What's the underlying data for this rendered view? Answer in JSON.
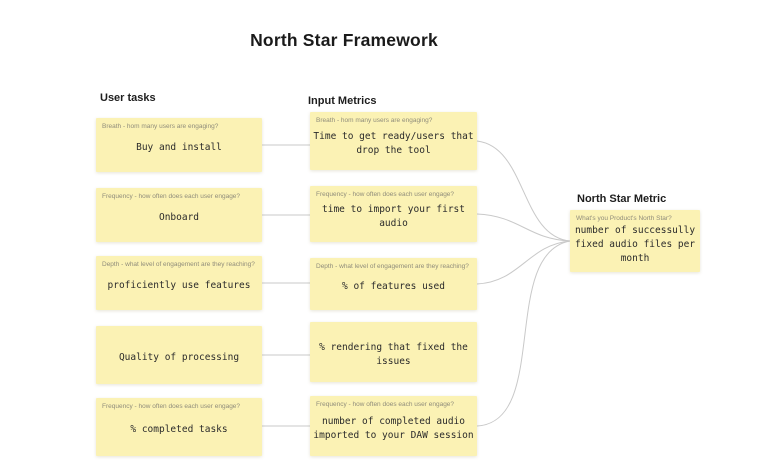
{
  "title": "North Star Framework",
  "headers": {
    "user_tasks": "User tasks",
    "input_metrics": "Input Metrics",
    "north_star": "North Star Metric"
  },
  "user_tasks": [
    {
      "category": "Breath - hom many users are engaging?",
      "text": "Buy and install"
    },
    {
      "category": "Frequency - how often does each user engage?",
      "text": "Onboard"
    },
    {
      "category": "Depth - what level of engagement are they reaching?",
      "text": "proficiently use features"
    },
    {
      "category": "",
      "text": "Quality of processing"
    },
    {
      "category": "Frequency - how often does each user engage?",
      "text": "% completed tasks"
    }
  ],
  "input_metrics": [
    {
      "category": "Breath - hom many users are engaging?",
      "text": "Time to get ready/users that drop the tool"
    },
    {
      "category": "Frequency - how often does each user engage?",
      "text": "time to import your first audio"
    },
    {
      "category": "Depth - what level of engagement are they reaching?",
      "text": "% of features used"
    },
    {
      "category": "",
      "text": "% rendering that fixed the issues"
    },
    {
      "category": "Frequency - how often does each user engage?",
      "text": "number of completed audio imported to your DAW session"
    }
  ],
  "north_star": {
    "category": "What's you Product's North Star?",
    "text": "number of successully fixed audio files per month"
  },
  "connections": {
    "left_to_middle_rows": [
      1,
      2,
      3,
      4,
      5
    ],
    "middle_to_north_star_rows": [
      1,
      2,
      3,
      5
    ]
  },
  "colors": {
    "sticky_background": "#FBF2B4",
    "connector": "#C9C9C9",
    "category_text": "#908D7B",
    "body_text": "#2B2B2B",
    "heading_text": "#1A1A1A",
    "page_background": "#FFFFFF"
  }
}
